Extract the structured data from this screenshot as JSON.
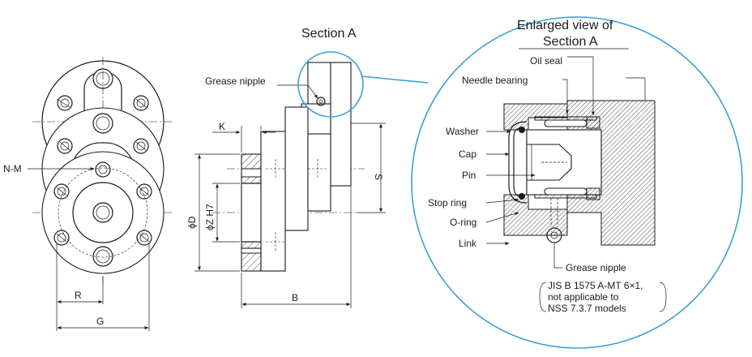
{
  "labels": {
    "n_m": "N-M",
    "r": "R",
    "g": "G",
    "section_a": "Section A",
    "grease_nipple_top": "Grease nipple",
    "k": "K",
    "phi_d": "ϕD",
    "phi_z": "ϕZ H7",
    "s": "S",
    "b": "B",
    "enlarged_line1": "Enlarged view of",
    "enlarged_line2": "Section A",
    "oil_seal": "Oil seal",
    "needle_bearing": "Needle bearing",
    "washer": "Washer",
    "cap": "Cap",
    "pin": "Pin",
    "stop_ring": "Stop ring",
    "o_ring": "O-ring",
    "link": "Link",
    "grease_nipple_bottom": "Grease nipple",
    "note_line1": "JIS B 1575 A-MT 6×1,",
    "note_line2": "not applicable to",
    "note_line3": "NSS 7.3.7 models"
  },
  "colors": {
    "callout": "#3aa0d8",
    "ink": "#1a1a1a"
  }
}
